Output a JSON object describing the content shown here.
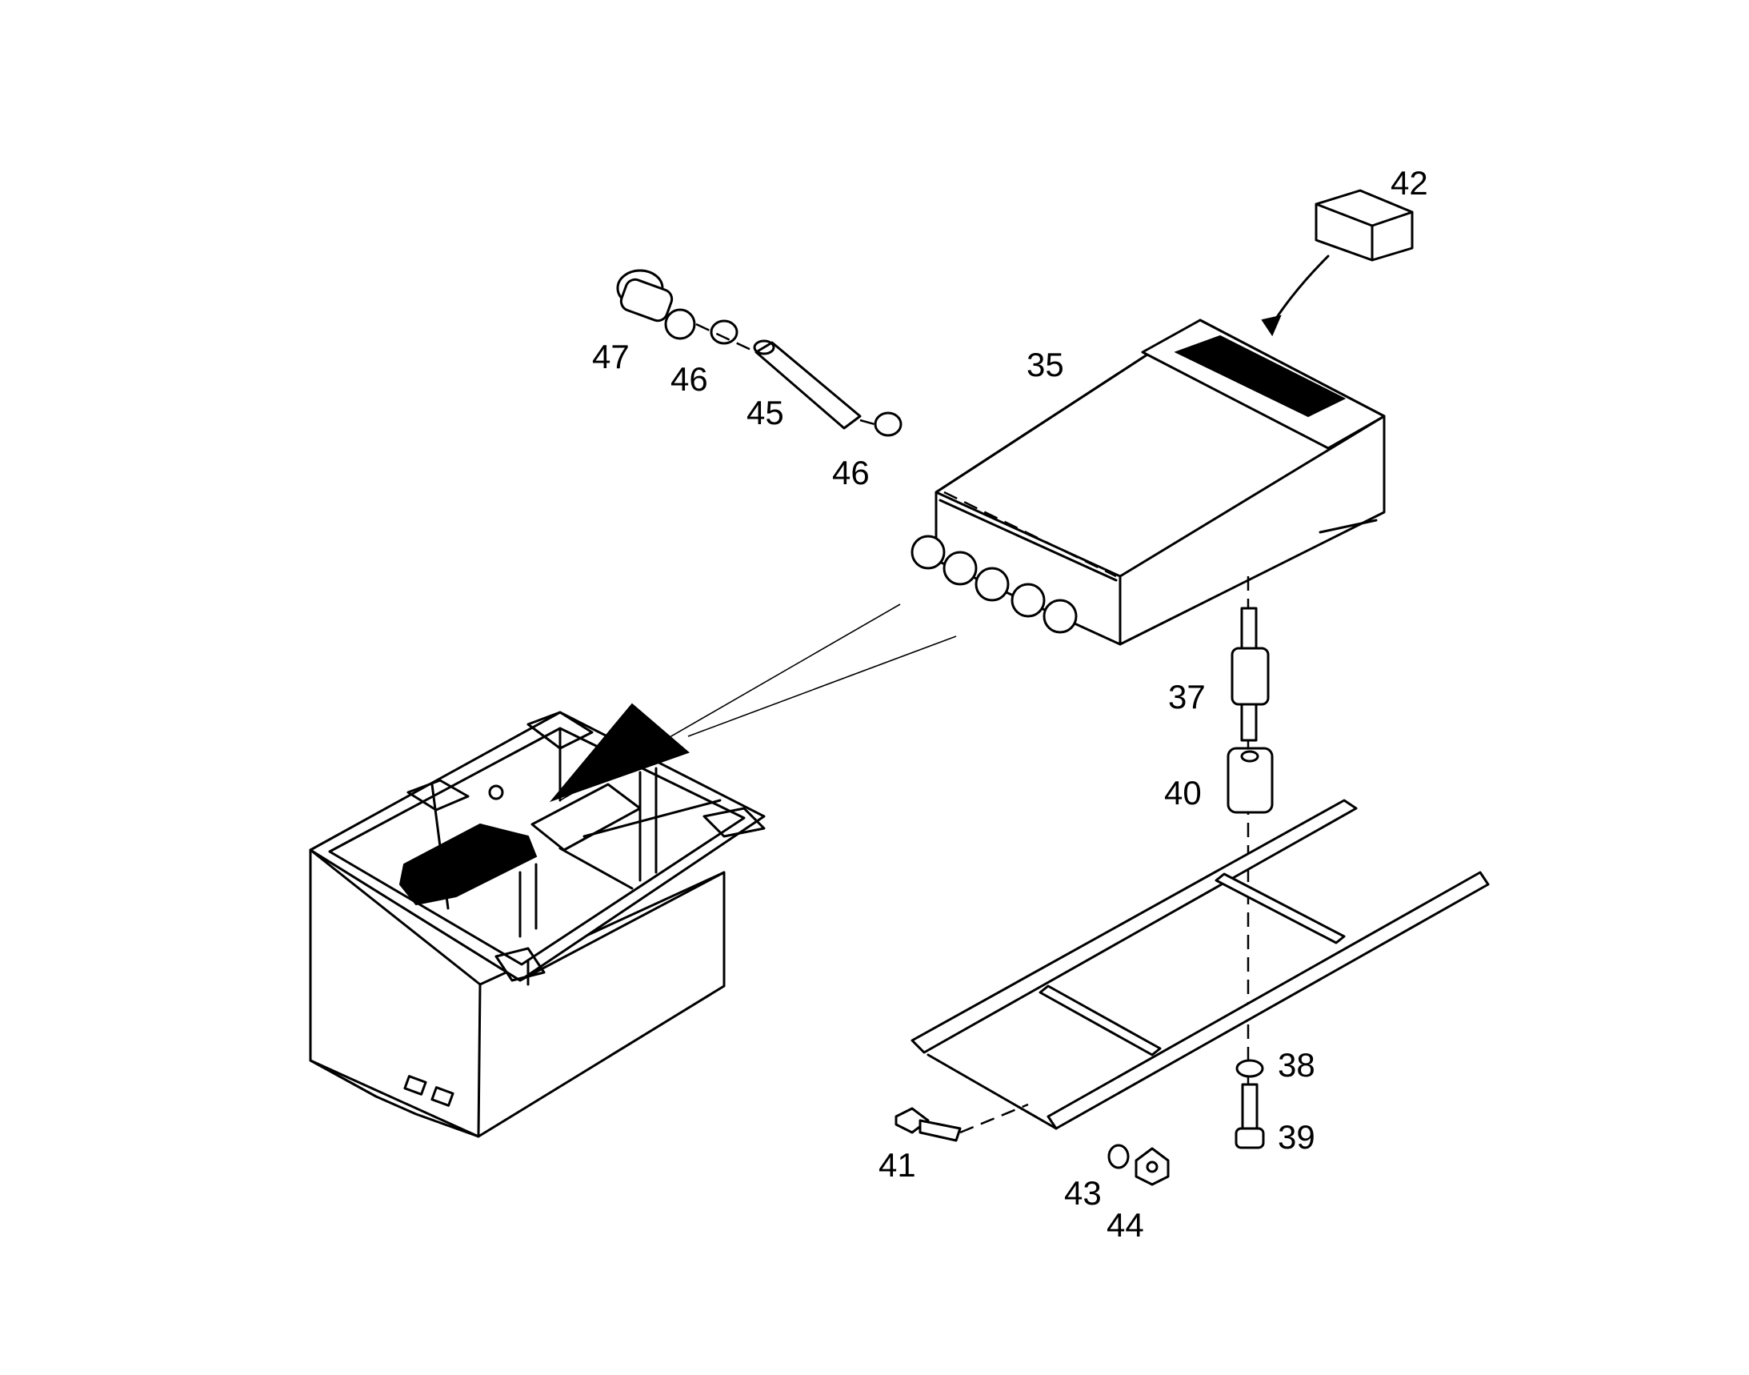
{
  "diagram": {
    "part_labels": [
      {
        "id": "35",
        "text": "35"
      },
      {
        "id": "37",
        "text": "37"
      },
      {
        "id": "38",
        "text": "38"
      },
      {
        "id": "39",
        "text": "39"
      },
      {
        "id": "40",
        "text": "40"
      },
      {
        "id": "41",
        "text": "41"
      },
      {
        "id": "42",
        "text": "42"
      },
      {
        "id": "43",
        "text": "43"
      },
      {
        "id": "44",
        "text": "44"
      },
      {
        "id": "45",
        "text": "45"
      },
      {
        "id": "46a",
        "text": "46"
      },
      {
        "id": "46b",
        "text": "46"
      },
      {
        "id": "47",
        "text": "47"
      }
    ]
  }
}
